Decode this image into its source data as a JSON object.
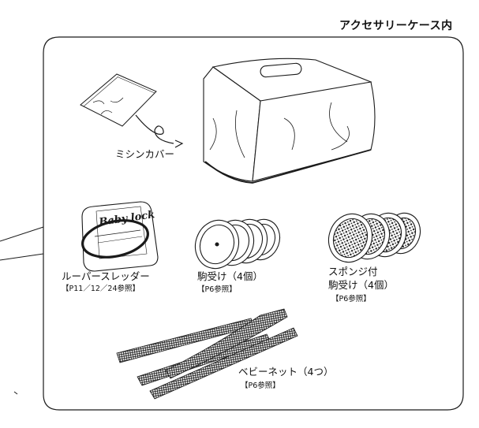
{
  "heading": "アクセサリーケース内",
  "items": {
    "cover": {
      "label": "ミシンカバー"
    },
    "threader": {
      "label": "ルーパースレッダー",
      "ref": "【P11／12／24参照】",
      "pack_text": "Baby lock"
    },
    "presser_feet": {
      "label": "駒受け（4個）",
      "ref": "【P6参照】"
    },
    "sponge_feet": {
      "label_line1": "スポンジ付",
      "label_line2": "駒受け（4個）",
      "ref": "【P6参照】"
    },
    "net": {
      "label": "ベビーネット（4つ）",
      "ref": "【P6参照】"
    }
  },
  "colors": {
    "line": "#1a1a1a",
    "background": "#ffffff"
  }
}
